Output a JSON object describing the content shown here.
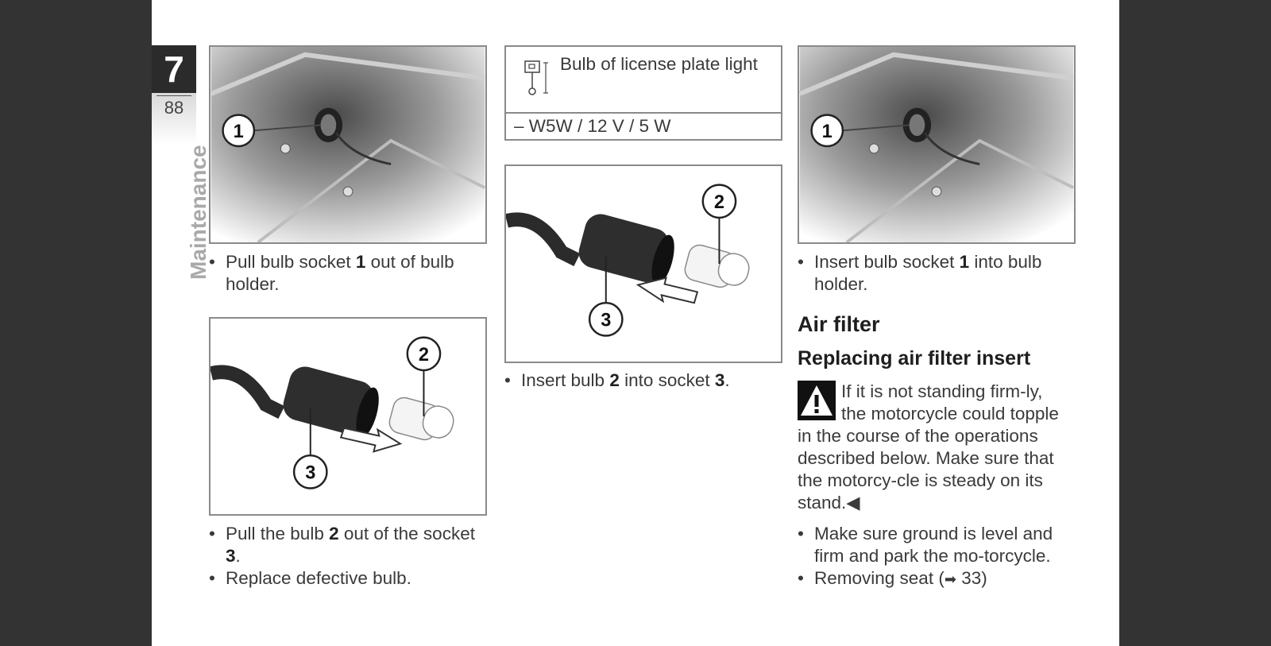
{
  "tab": {
    "chapter": "7",
    "page": "88",
    "section": "Maintenance"
  },
  "col1": {
    "step1": {
      "before": "Pull bulb socket ",
      "ref": "1",
      "after": " out of bulb holder."
    },
    "step2": {
      "before": "Pull the bulb ",
      "ref1": "2",
      "mid": " out of the socket ",
      "ref2": "3",
      "after": "."
    },
    "step3": "Replace defective bulb.",
    "fig1_callouts": [
      "1"
    ],
    "fig2_callouts": [
      "2",
      "3"
    ]
  },
  "col2": {
    "spec_label": "Bulb of license plate light",
    "spec_value": "– W5W / 12 V / 5 W",
    "step1": {
      "before": "Insert bulb ",
      "ref1": "2",
      "mid": " into socket ",
      "ref2": "3",
      "after": "."
    },
    "fig_callouts": [
      "2",
      "3"
    ]
  },
  "col3": {
    "step1": {
      "before": "Insert bulb socket ",
      "ref": "1",
      "after": " into bulb holder."
    },
    "heading": "Air filter",
    "subheading": "Replacing air filter insert",
    "warning": "If it is not standing firm-ly, the motorcycle could topple in the course of the operations described below. Make sure that the motorcy-cle is steady on its stand.◀",
    "bullet1": "Make sure ground is level and firm and park the mo-torcycle.",
    "bullet2": {
      "text": "Removing seat (",
      "page": "33",
      "close": ")"
    },
    "fig_callouts": [
      "1"
    ]
  },
  "colors": {
    "background": "#333333",
    "page": "#ffffff",
    "tab_dark": "#2b2b2b",
    "section_text": "#a9a9a9",
    "frame": "#8a8a8a"
  }
}
